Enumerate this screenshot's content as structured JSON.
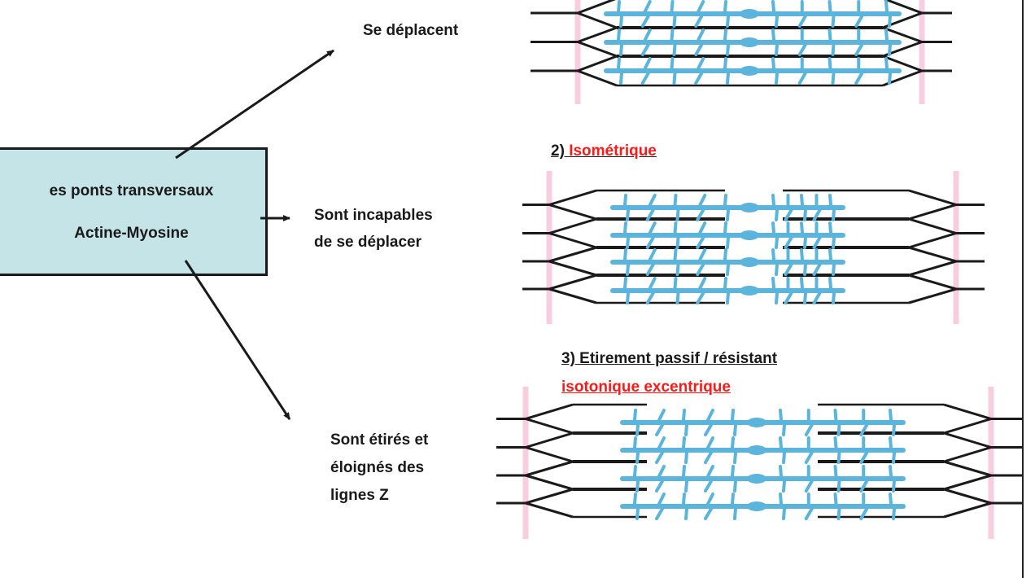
{
  "box": {
    "line1": "es ponts transversaux",
    "line2": "Actine-Myosine"
  },
  "branches": [
    {
      "label_lines": [
        "Se déplacent"
      ]
    },
    {
      "label_lines": [
        "Sont  incapables",
        "de se déplacer"
      ]
    },
    {
      "label_lines": [
        "Sont étirés et",
        "éloignés des",
        "lignes Z"
      ]
    }
  ],
  "sections": [
    {
      "title_number": "",
      "title_text": ""
    },
    {
      "title_number": "2) ",
      "title_text": "Isométrique"
    },
    {
      "title_number": "3) Etirement passif / résistant",
      "title_text": "isotonique excentrique"
    }
  ],
  "colors": {
    "box_fill": "#c4e4e8",
    "myosin": "#5ab4dc",
    "z_line": "#f9cde0",
    "actin": "#1a1a1a",
    "highlight": "#ff1a1a"
  }
}
